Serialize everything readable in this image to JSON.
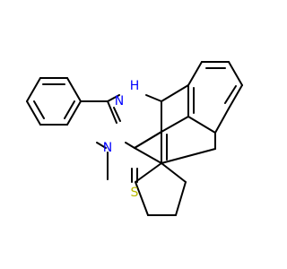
{
  "molecule": {
    "atoms": {
      "h_label": "H",
      "n1_label": "N",
      "n3_label": "N",
      "s_label": "S"
    },
    "colors": {
      "bond": "#000000",
      "nitrogen": "#0000ff",
      "sulfur": "#b8b800",
      "background": "#ffffff"
    }
  }
}
